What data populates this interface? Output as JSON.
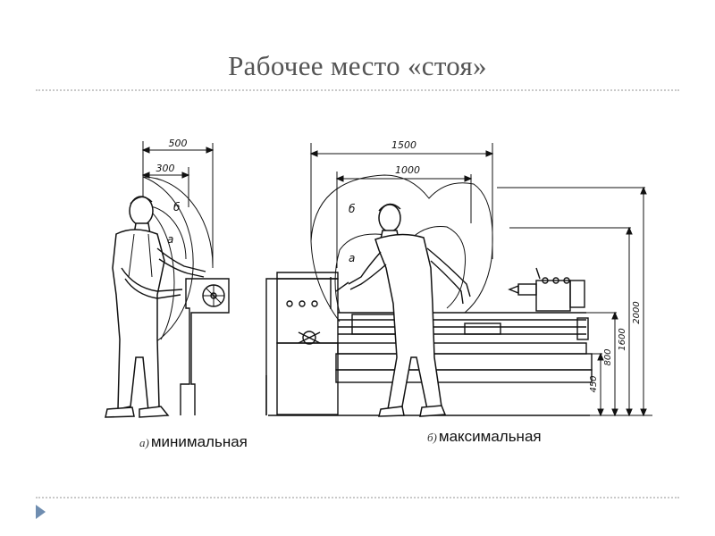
{
  "slide": {
    "title": "Рабочее место «стоя»"
  },
  "figures": {
    "left": {
      "marker": "а)",
      "caption": "минимальная",
      "dimensions": {
        "outer": "500",
        "inner": "300"
      },
      "zones": {
        "inner": "а",
        "outer": "б"
      }
    },
    "right": {
      "marker": "б)",
      "caption": "максимальная",
      "dimensions": {
        "outer": "1500",
        "inner": "1000"
      },
      "zones": {
        "inner": "а",
        "outer": "б"
      },
      "heights": [
        "450",
        "800",
        "1600",
        "2000"
      ]
    }
  }
}
